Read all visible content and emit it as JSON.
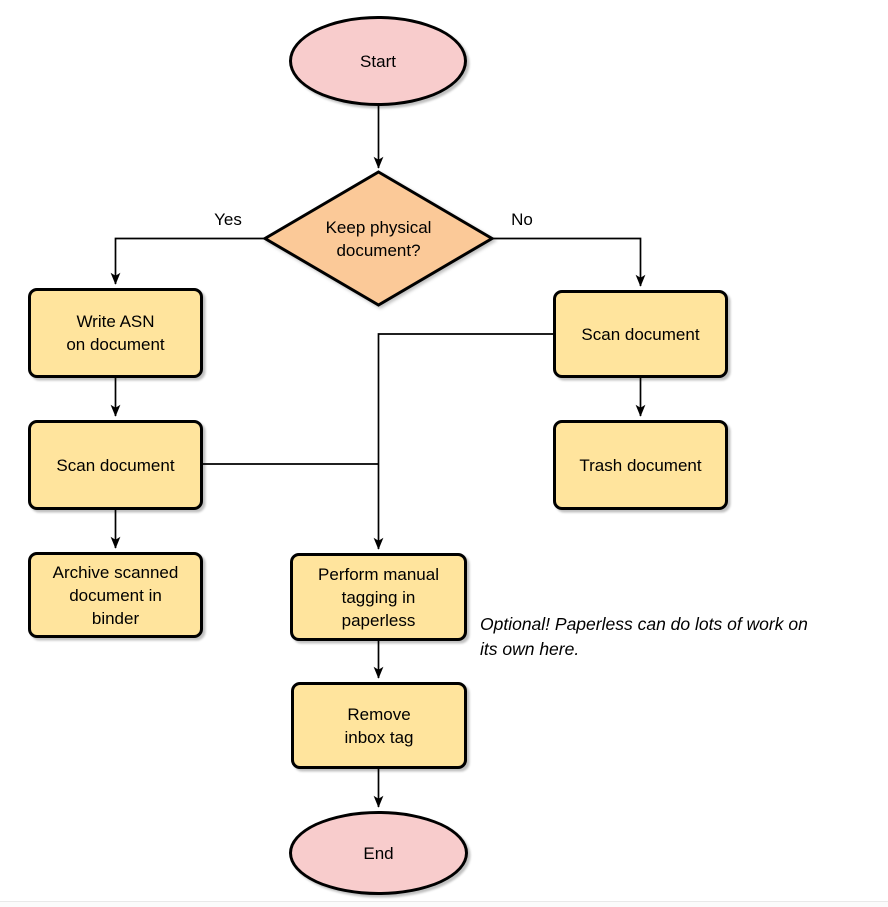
{
  "flowchart": {
    "colors": {
      "terminator_fill": "#F8CCCC",
      "decision_fill": "#FBC998",
      "process_fill": "#FFE49D",
      "stroke": "#000000",
      "bottom_rule": "#e9e9e9"
    },
    "nodes": {
      "start": {
        "label": "Start",
        "type": "terminator"
      },
      "keep_physical": {
        "label": "Keep physical\ndocument?",
        "type": "decision"
      },
      "write_asn": {
        "label": "Write ASN\non document",
        "type": "process"
      },
      "scan_left": {
        "label": "Scan document",
        "type": "process"
      },
      "archive": {
        "label": "Archive scanned\ndocument in\nbinder",
        "type": "process"
      },
      "scan_right": {
        "label": "Scan document",
        "type": "process"
      },
      "trash": {
        "label": "Trash document",
        "type": "process"
      },
      "perform_tagging": {
        "label": "Perform manual\ntagging in\npaperless",
        "type": "process"
      },
      "remove_inbox": {
        "label": "Remove\ninbox tag",
        "type": "process"
      },
      "end": {
        "label": "End",
        "type": "terminator"
      }
    },
    "edge_labels": {
      "yes": "Yes",
      "no": "No"
    },
    "annotation": "Optional! Paperless can do lots of work on\nits own here."
  }
}
